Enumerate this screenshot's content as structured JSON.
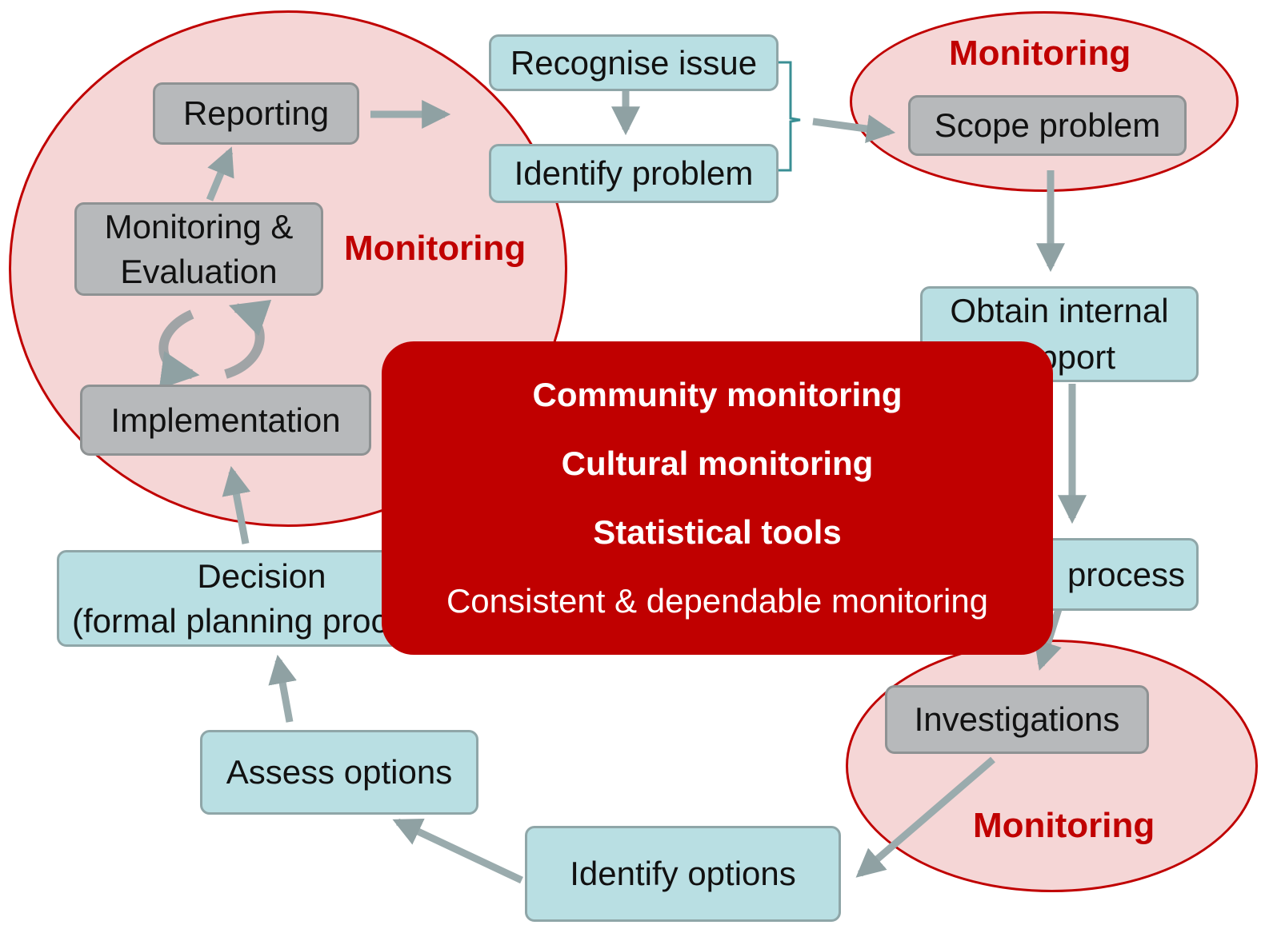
{
  "nodes": {
    "recognise_issue": "Recognise issue",
    "identify_problem": "Identify problem",
    "scope_problem": "Scope problem",
    "obtain_internal_support": [
      "Obtain internal",
      "support"
    ],
    "process": "process",
    "investigations": "Investigations",
    "identify_options": "Identify options",
    "assess_options": "Assess options",
    "decision": [
      "Decision",
      "(formal planning process)"
    ],
    "implementation": "Implementation",
    "monitoring_evaluation": [
      "Monitoring &",
      "Evaluation"
    ],
    "reporting": "Reporting"
  },
  "monitoring_labels": {
    "top_right": "Monitoring",
    "left": "Monitoring",
    "bottom_right": "Monitoring"
  },
  "center_panel": {
    "line1": "Community monitoring",
    "line2": "Cultural monitoring",
    "line3": "Statistical tools",
    "line4": "Consistent & dependable monitoring"
  },
  "colors": {
    "monitoring_red": "#c00000",
    "teal_box": "#b9dfe3",
    "grey_box": "#b7b9bb",
    "ellipse_fill": "#f2c9c9",
    "arrow": "#9aabad"
  }
}
